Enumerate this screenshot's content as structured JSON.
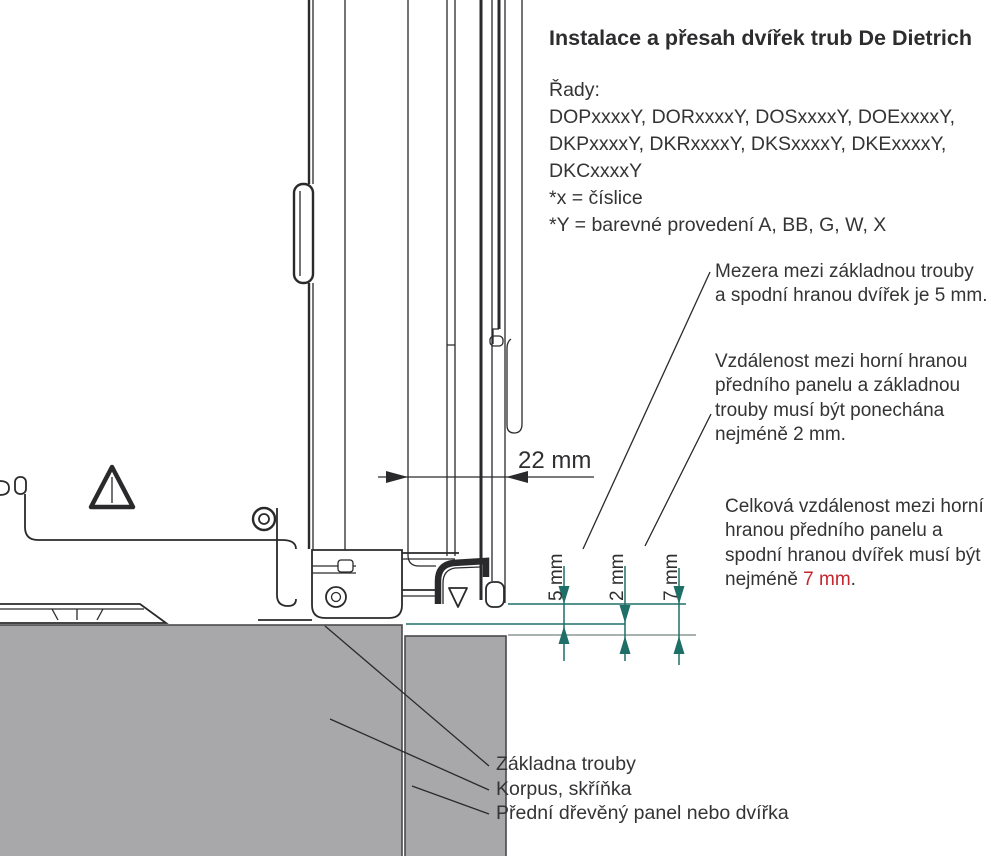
{
  "header": {
    "title": "Instalace a přesah dvířek trub De Dietrich"
  },
  "series_info": {
    "label": "Řady:",
    "line1": "DOPxxxxY, DORxxxxY, DOSxxxxY, DOExxxxY,",
    "line2": "DKPxxxxY, DKRxxxxY, DKSxxxxY, DKExxxxY,",
    "line3": "DKCxxxxY",
    "note_x": "*x = číslice",
    "note_y": "*Y = barevné provedení A, BB, G, W, X"
  },
  "annotations": {
    "gap_door_base": {
      "line1": "Mezera mezi základnou trouby",
      "line2": "a spodní hranou dvířek je 5 mm."
    },
    "gap_base_panel": {
      "line1": "Vzdálenost mezi horní hranou",
      "line2": "předního panelu a základnou",
      "line3": "trouby musí být ponechána",
      "line4": "nejméně 2 mm."
    },
    "gap_total": {
      "line1": "Celková vzdálenost mezi horní",
      "line2": "hranou předního panelu a",
      "line3": "spodní hranou dvířek musí být",
      "line4_prefix": "nejméně ",
      "line4_value": "7 mm",
      "line4_suffix": "."
    }
  },
  "dimensions": {
    "door_thickness": "22 mm",
    "gap_door_to_base": "5 mm",
    "gap_base_to_panel": "2 mm",
    "gap_total": "7 mm"
  },
  "part_labels": {
    "oven_base": "Základna trouby",
    "cabinet": "Korpus, skříňka",
    "front_panel": "Přední dřevěný panel nebo dvířka"
  },
  "colors": {
    "dimension_teal": "#1e6f68",
    "extension_gray": "#8e9896",
    "highlight_red": "#c4262e",
    "cabinet_gray": "#a8a8aa",
    "line_dark": "#2a2a2c",
    "text_dark": "#343436"
  }
}
